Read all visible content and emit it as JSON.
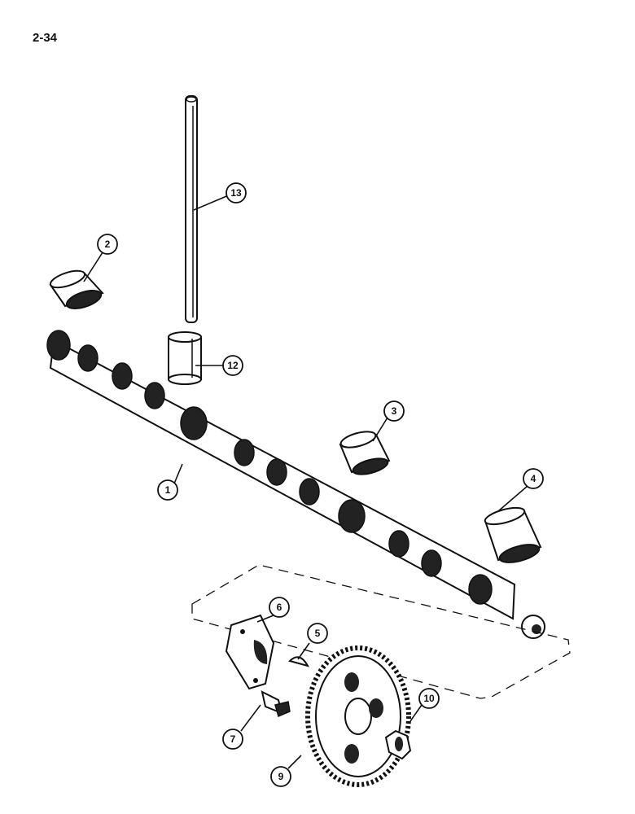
{
  "page": {
    "number": "2-34"
  },
  "callouts": [
    {
      "id": "1",
      "part": "camshaft"
    },
    {
      "id": "2",
      "part": "front-bearing"
    },
    {
      "id": "3",
      "part": "intermediate-bearing"
    },
    {
      "id": "4",
      "part": "rear-bearing"
    },
    {
      "id": "5",
      "part": "woodruff-key"
    },
    {
      "id": "6",
      "part": "thrust-plate"
    },
    {
      "id": "7",
      "part": "bolt"
    },
    {
      "id": "9",
      "part": "camshaft-gear"
    },
    {
      "id": "10",
      "part": "nut"
    },
    {
      "id": "12",
      "part": "tappet"
    },
    {
      "id": "13",
      "part": "push-rod"
    }
  ]
}
